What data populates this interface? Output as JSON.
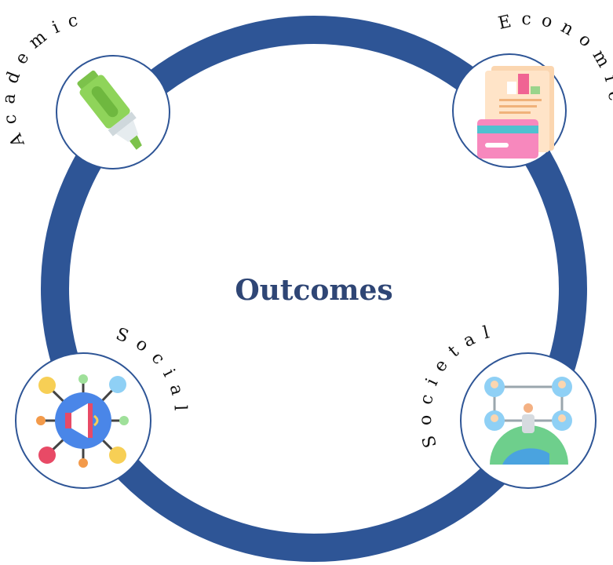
{
  "diagram": {
    "center_title": "Outcomes",
    "ring_color": "#2e5596",
    "node_border_color": "#2e5596",
    "nodes": [
      {
        "id": "academic",
        "label": "Academic",
        "icon": "highlighter-icon"
      },
      {
        "id": "economic",
        "label": "Economic",
        "icon": "financial-report-card-icon"
      },
      {
        "id": "social",
        "label": "Social",
        "icon": "megaphone-network-icon"
      },
      {
        "id": "societal",
        "label": "Societal",
        "icon": "globe-people-network-icon"
      }
    ]
  }
}
